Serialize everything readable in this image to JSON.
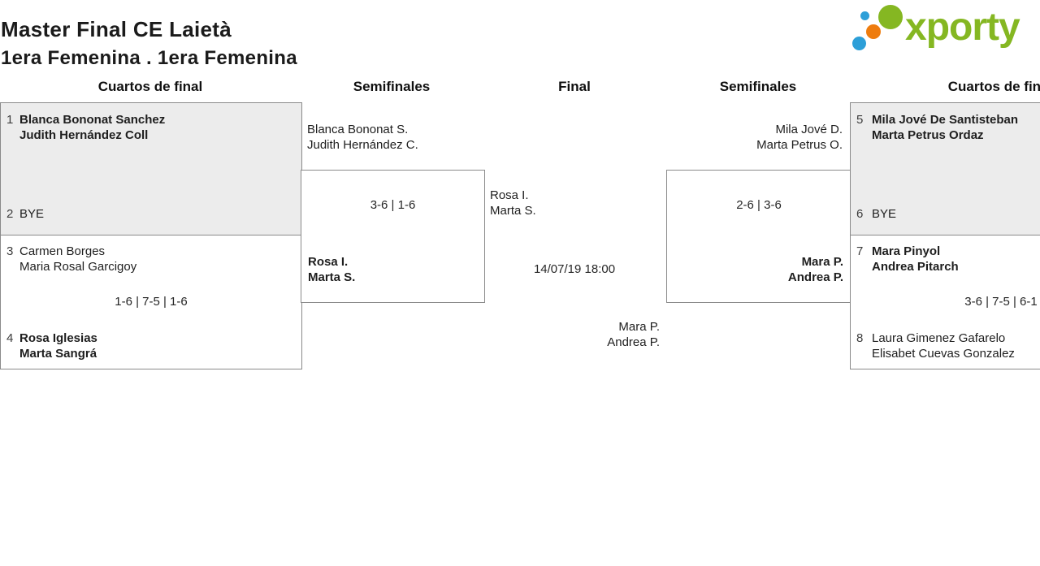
{
  "page": {
    "title": "Master Final CE Laietà",
    "subtitle": "1era Femenina . 1era Femenina"
  },
  "logo": {
    "wordmark": "xporty",
    "icon": "dot-cluster-icon"
  },
  "rounds": {
    "qf_left": "Cuartos de final",
    "sf_left": "Semifinales",
    "final": "Final",
    "sf_right": "Semifinales",
    "qf_right": "Cuartos de final"
  },
  "bracket": {
    "qf_left_top": {
      "seed_top": "1",
      "top_player1": "Blanca Bononat Sanchez",
      "top_player2": "Judith Hernández Coll",
      "seed_bottom": "2",
      "bottom_label": "BYE"
    },
    "qf_left_bottom": {
      "seed_top": "3",
      "top_player1": "Carmen Borges",
      "top_player2": "Maria Rosal Garcigoy",
      "score": "1-6 | 7-5 | 1-6",
      "seed_bottom": "4",
      "bottom_player1": "Rosa Iglesias",
      "bottom_player2": "Marta Sangrá"
    },
    "sf_left": {
      "top_player1": "Blanca Bononat S.",
      "top_player2": "Judith Hernández C.",
      "score": "3-6 | 1-6",
      "bottom_player1": "Rosa I.",
      "bottom_player2": "Marta S."
    },
    "final": {
      "top_player1": "Rosa I.",
      "top_player2": "Marta S.",
      "schedule": "14/07/19 18:00",
      "bottom_player1": "Mara P.",
      "bottom_player2": "Andrea P."
    },
    "sf_right": {
      "top_player1": "Mila Jové D.",
      "top_player2": "Marta Petrus O.",
      "score": "2-6 | 3-6",
      "bottom_player1": "Mara P.",
      "bottom_player2": "Andrea P."
    },
    "qf_right_top": {
      "seed_top": "5",
      "top_player1": "Mila Jové De Santisteban",
      "top_player2": "Marta Petrus Ordaz",
      "seed_bottom": "6",
      "bottom_label": "BYE"
    },
    "qf_right_bottom": {
      "seed_top": "7",
      "top_player1": "Mara Pinyol",
      "top_player2": "Andrea Pitarch",
      "score": "3-6 | 7-5 | 6-1",
      "seed_bottom": "8",
      "bottom_player1": "Laura Gimenez Gafarelo",
      "bottom_player2": "Elisabet Cuevas Gonzalez"
    }
  },
  "colors": {
    "highlight_box": "#ececec",
    "box_border": "#8a8a8a",
    "logo_green": "#85b722",
    "logo_blue": "#2d9fd8",
    "logo_orange": "#ee7c0e"
  }
}
